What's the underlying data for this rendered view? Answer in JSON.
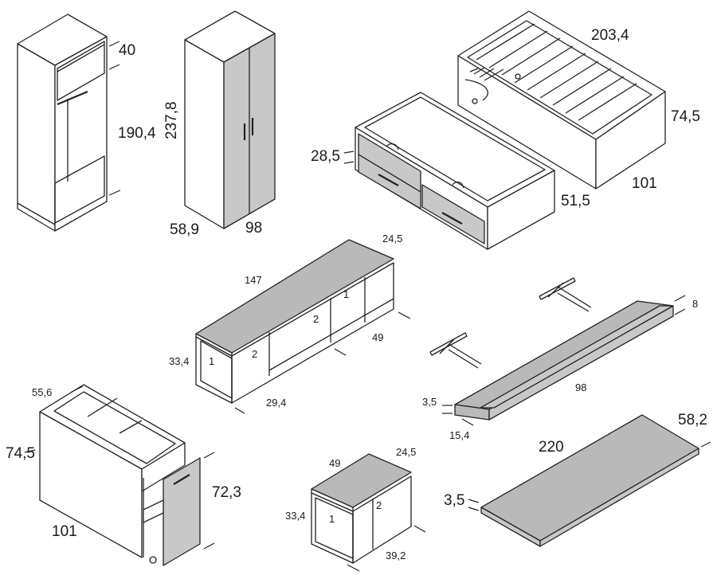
{
  "pieces": {
    "open_wardrobe": {
      "depth_top": "40",
      "height": "190,4"
    },
    "closed_wardrobe": {
      "height": "237,8",
      "depth": "58,9",
      "width": "98"
    },
    "bed_frame": {
      "length": "203,4",
      "height": "74,5",
      "width": "101"
    },
    "drawer_bed": {
      "height": "28,5",
      "depth": "51,5"
    },
    "tv_unit": {
      "length": "147",
      "depth": "24,5",
      "width": "49",
      "height": "33,4",
      "module": "29,4",
      "compartments": [
        "1",
        "2",
        "2",
        "1"
      ]
    },
    "desk_unit": {
      "depth": "55,6",
      "height": "74,5",
      "length": "101",
      "drawer_height": "72,3"
    },
    "small_unit": {
      "width": "49",
      "depth": "24,5",
      "height": "33,4",
      "length": "39,2",
      "compartments": [
        "1",
        "2"
      ]
    },
    "wall_shelf": {
      "height": "8",
      "length": "98",
      "thickness": "3,5",
      "depth": "15,4"
    },
    "desk_top": {
      "length": "220",
      "depth": "58,2",
      "thickness": "3,5"
    }
  }
}
